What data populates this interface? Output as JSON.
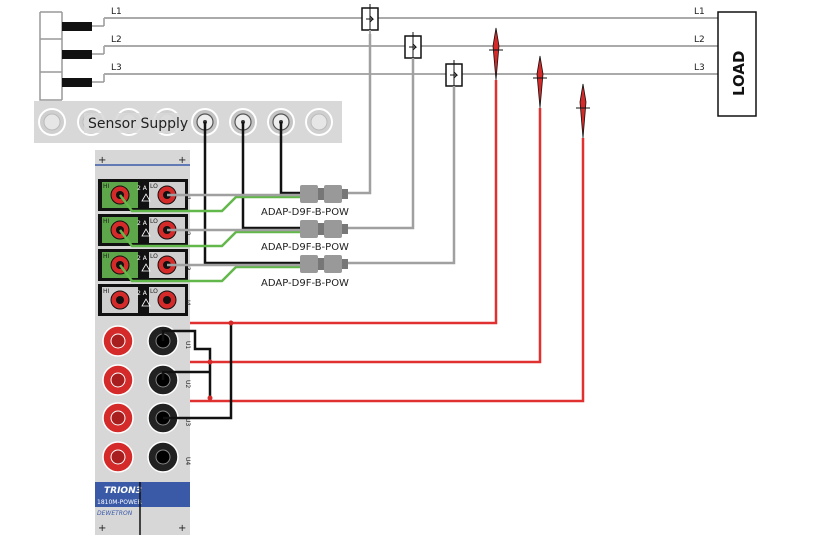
{
  "lines": {
    "left": [
      "L1",
      "L2",
      "L3"
    ],
    "right": [
      "L1",
      "L2",
      "L3"
    ]
  },
  "load_label": "LOAD",
  "sensor_supply_label": "Sensor Supply",
  "adapters": [
    {
      "label": "ADAP-D9F-B-POW"
    },
    {
      "label": "ADAP-D9F-B-POW"
    },
    {
      "label": "ADAP-D9F-B-POW"
    }
  ],
  "module": {
    "brand": "TRION3",
    "model": "1810M-POWER",
    "maker": "DEWETRON",
    "current_rating": "2 A",
    "hi_label": "HI",
    "lo_label": "LO",
    "current_channels": [
      "I1",
      "I2",
      "I3",
      "I4"
    ],
    "voltage_channels": [
      "U1",
      "U2",
      "U3",
      "U4"
    ],
    "plus": "+"
  },
  "colors": {
    "phase_line": "#a9a9a9",
    "voltage_wire": "#e03030",
    "ground_wire": "#111111",
    "sensor_wire": "#62b84b",
    "cable": "#a0a0a0",
    "module_blue": "#3a5aa8"
  }
}
